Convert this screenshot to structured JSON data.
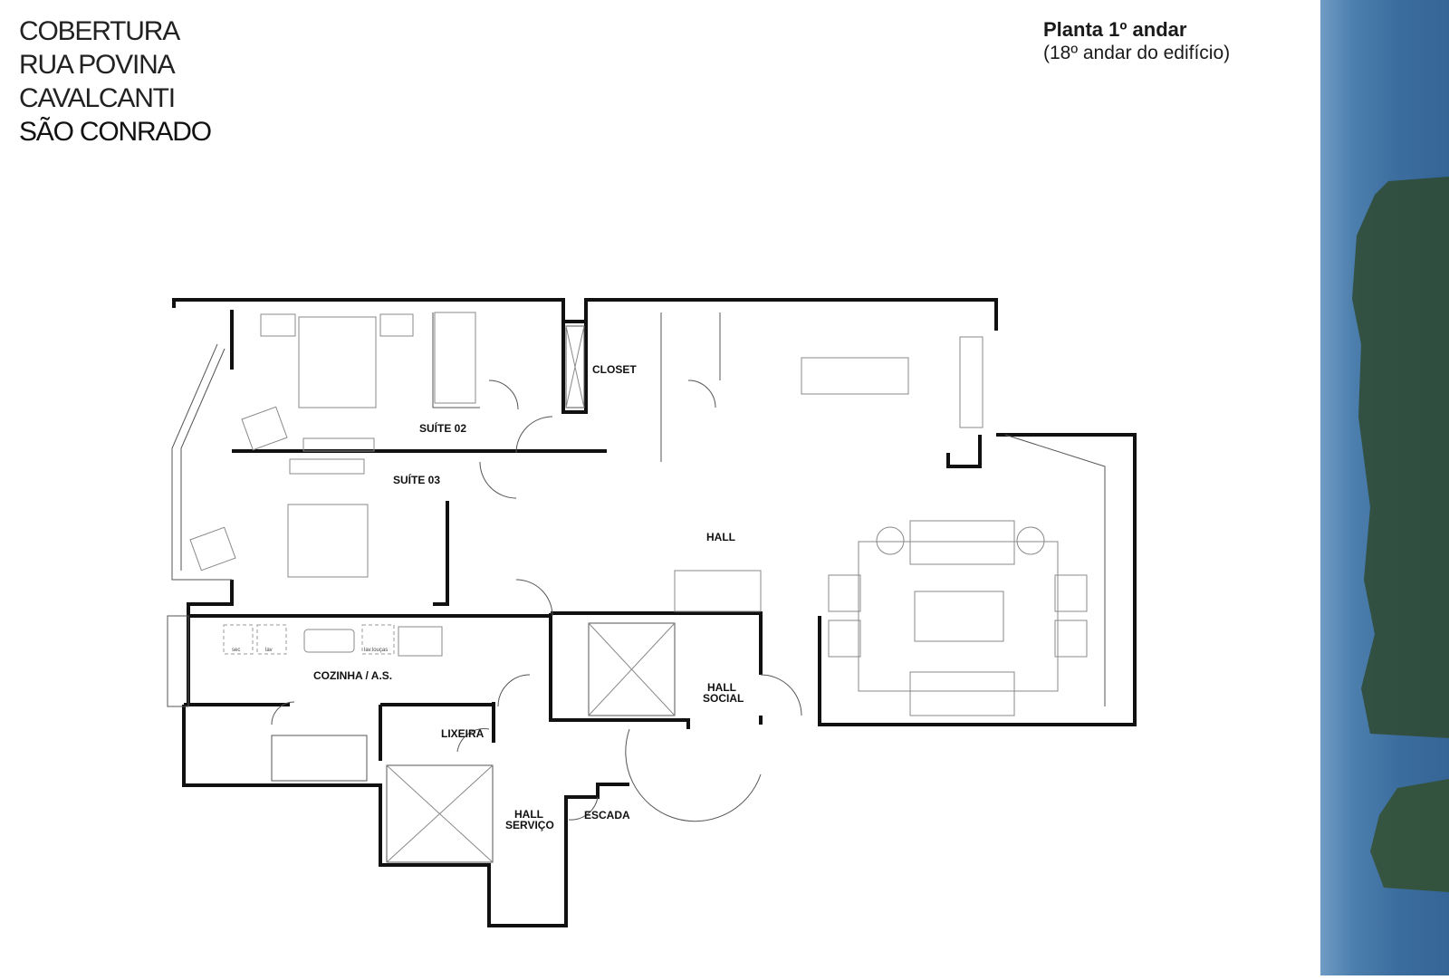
{
  "header": {
    "lines": [
      "COBERTURA",
      "RUA POVINA",
      "CAVALCANTI",
      "SÃO CONRADO"
    ]
  },
  "plan_title": {
    "main": "Planta 1º andar",
    "sub": "(18º andar do edifício)"
  },
  "rooms": {
    "suite02": "SUÍTE 02",
    "closet": "CLOSET",
    "suite03": "SUÍTE 03",
    "hall": "HALL",
    "cozinha": "COZINHA / A.S.",
    "hall_social_1": "HALL",
    "hall_social_2": "SOCIAL",
    "lixeira": "LIXEIRA",
    "hall_servico_1": "HALL",
    "hall_servico_2": "SERVIÇO",
    "escada": "ESCADA"
  },
  "appliances": {
    "sec": "sec",
    "lav": "lav",
    "lav_loucas": "lav.louças"
  },
  "colors": {
    "sea": "#3c6d9f",
    "island": "#2f4a30"
  }
}
